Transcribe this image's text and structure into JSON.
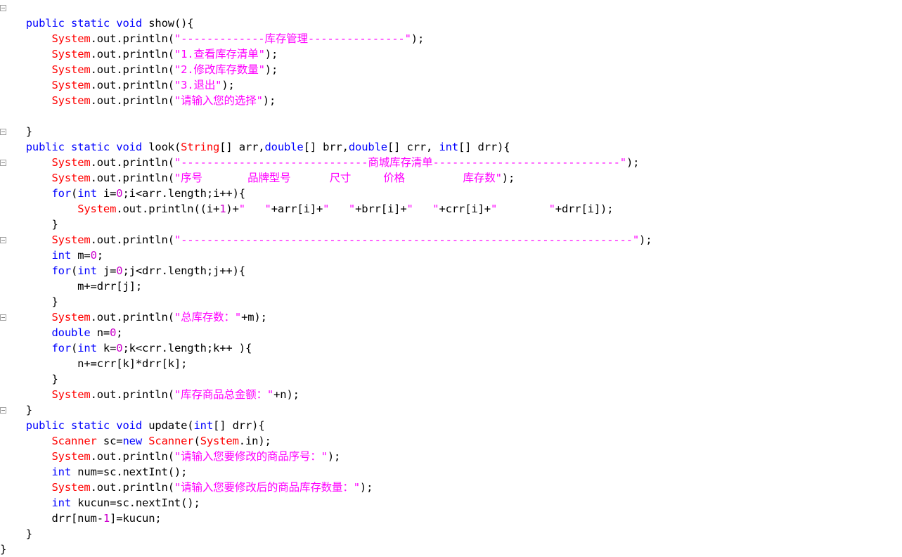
{
  "editor": {
    "language": "Java",
    "theme": {
      "background": "#ffffff",
      "plain": "#000000",
      "keyword": "#0000ff",
      "class": "#ff0000",
      "string": "#ff00ff",
      "number": "#cc00cc",
      "fold_marker": "#a0a0a0"
    },
    "fold_markers_rows": [
      0,
      8,
      10,
      15,
      20,
      26
    ],
    "lines": [
      {
        "indent": 0,
        "tokens": []
      },
      {
        "indent": 0,
        "tokens": [
          {
            "t": "plain",
            "s": "    "
          },
          {
            "t": "kw",
            "s": "public"
          },
          {
            "t": "plain",
            "s": " "
          },
          {
            "t": "kw",
            "s": "static"
          },
          {
            "t": "plain",
            "s": " "
          },
          {
            "t": "kw",
            "s": "void"
          },
          {
            "t": "plain",
            "s": " show(){"
          }
        ]
      },
      {
        "indent": 0,
        "tokens": [
          {
            "t": "plain",
            "s": "        "
          },
          {
            "t": "cls",
            "s": "System"
          },
          {
            "t": "plain",
            "s": ".out.println("
          },
          {
            "t": "str",
            "s": "\"-------------库存管理---------------\""
          },
          {
            "t": "plain",
            "s": ");"
          }
        ]
      },
      {
        "indent": 0,
        "tokens": [
          {
            "t": "plain",
            "s": "        "
          },
          {
            "t": "cls",
            "s": "System"
          },
          {
            "t": "plain",
            "s": ".out.println("
          },
          {
            "t": "str",
            "s": "\"1.查看库存清单\""
          },
          {
            "t": "plain",
            "s": ");"
          }
        ]
      },
      {
        "indent": 0,
        "tokens": [
          {
            "t": "plain",
            "s": "        "
          },
          {
            "t": "cls",
            "s": "System"
          },
          {
            "t": "plain",
            "s": ".out.println("
          },
          {
            "t": "str",
            "s": "\"2.修改库存数量\""
          },
          {
            "t": "plain",
            "s": ");"
          }
        ]
      },
      {
        "indent": 0,
        "tokens": [
          {
            "t": "plain",
            "s": "        "
          },
          {
            "t": "cls",
            "s": "System"
          },
          {
            "t": "plain",
            "s": ".out.println("
          },
          {
            "t": "str",
            "s": "\"3.退出\""
          },
          {
            "t": "plain",
            "s": ");"
          }
        ]
      },
      {
        "indent": 0,
        "tokens": [
          {
            "t": "plain",
            "s": "        "
          },
          {
            "t": "cls",
            "s": "System"
          },
          {
            "t": "plain",
            "s": ".out.println("
          },
          {
            "t": "str",
            "s": "\"请输入您的选择\""
          },
          {
            "t": "plain",
            "s": ");"
          }
        ]
      },
      {
        "indent": 0,
        "tokens": []
      },
      {
        "indent": 0,
        "tokens": [
          {
            "t": "plain",
            "s": "    }"
          }
        ]
      },
      {
        "indent": 0,
        "tokens": [
          {
            "t": "plain",
            "s": "    "
          },
          {
            "t": "kw",
            "s": "public"
          },
          {
            "t": "plain",
            "s": " "
          },
          {
            "t": "kw",
            "s": "static"
          },
          {
            "t": "plain",
            "s": " "
          },
          {
            "t": "kw",
            "s": "void"
          },
          {
            "t": "plain",
            "s": " look("
          },
          {
            "t": "cls",
            "s": "String"
          },
          {
            "t": "plain",
            "s": "[] arr,"
          },
          {
            "t": "kw",
            "s": "double"
          },
          {
            "t": "plain",
            "s": "[] brr,"
          },
          {
            "t": "kw",
            "s": "double"
          },
          {
            "t": "plain",
            "s": "[] crr, "
          },
          {
            "t": "kw",
            "s": "int"
          },
          {
            "t": "plain",
            "s": "[] drr){"
          }
        ]
      },
      {
        "indent": 0,
        "tokens": [
          {
            "t": "plain",
            "s": "        "
          },
          {
            "t": "cls",
            "s": "System"
          },
          {
            "t": "plain",
            "s": ".out.println("
          },
          {
            "t": "str",
            "s": "\"-----------------------------商城库存清单-----------------------------\""
          },
          {
            "t": "plain",
            "s": ");"
          }
        ]
      },
      {
        "indent": 0,
        "tokens": [
          {
            "t": "plain",
            "s": "        "
          },
          {
            "t": "cls",
            "s": "System"
          },
          {
            "t": "plain",
            "s": ".out.println("
          },
          {
            "t": "str",
            "s": "\"序号       品牌型号      尺寸     价格         库存数\""
          },
          {
            "t": "plain",
            "s": ");"
          }
        ]
      },
      {
        "indent": 0,
        "tokens": [
          {
            "t": "plain",
            "s": "        "
          },
          {
            "t": "kw",
            "s": "for"
          },
          {
            "t": "plain",
            "s": "("
          },
          {
            "t": "kw",
            "s": "int"
          },
          {
            "t": "plain",
            "s": " i="
          },
          {
            "t": "num",
            "s": "0"
          },
          {
            "t": "plain",
            "s": ";i<arr.length;i++){"
          }
        ]
      },
      {
        "indent": 0,
        "tokens": [
          {
            "t": "plain",
            "s": "            "
          },
          {
            "t": "cls",
            "s": "System"
          },
          {
            "t": "plain",
            "s": ".out.println((i+"
          },
          {
            "t": "num",
            "s": "1"
          },
          {
            "t": "plain",
            "s": ")+"
          },
          {
            "t": "str",
            "s": "\"   \""
          },
          {
            "t": "plain",
            "s": "+arr[i]+"
          },
          {
            "t": "str",
            "s": "\"   \""
          },
          {
            "t": "plain",
            "s": "+brr[i]+"
          },
          {
            "t": "str",
            "s": "\"   \""
          },
          {
            "t": "plain",
            "s": "+crr[i]+"
          },
          {
            "t": "str",
            "s": "\"        \""
          },
          {
            "t": "plain",
            "s": "+drr[i]);"
          }
        ]
      },
      {
        "indent": 0,
        "tokens": [
          {
            "t": "plain",
            "s": "        }"
          }
        ]
      },
      {
        "indent": 0,
        "tokens": [
          {
            "t": "plain",
            "s": "        "
          },
          {
            "t": "cls",
            "s": "System"
          },
          {
            "t": "plain",
            "s": ".out.println("
          },
          {
            "t": "str",
            "s": "\"----------------------------------------------------------------------\""
          },
          {
            "t": "plain",
            "s": ");"
          }
        ]
      },
      {
        "indent": 0,
        "tokens": [
          {
            "t": "plain",
            "s": "        "
          },
          {
            "t": "kw",
            "s": "int"
          },
          {
            "t": "plain",
            "s": " m="
          },
          {
            "t": "num",
            "s": "0"
          },
          {
            "t": "plain",
            "s": ";"
          }
        ]
      },
      {
        "indent": 0,
        "tokens": [
          {
            "t": "plain",
            "s": "        "
          },
          {
            "t": "kw",
            "s": "for"
          },
          {
            "t": "plain",
            "s": "("
          },
          {
            "t": "kw",
            "s": "int"
          },
          {
            "t": "plain",
            "s": " j="
          },
          {
            "t": "num",
            "s": "0"
          },
          {
            "t": "plain",
            "s": ";j<drr.length;j++){"
          }
        ]
      },
      {
        "indent": 0,
        "tokens": [
          {
            "t": "plain",
            "s": "            m+=drr[j];"
          }
        ]
      },
      {
        "indent": 0,
        "tokens": [
          {
            "t": "plain",
            "s": "        }"
          }
        ]
      },
      {
        "indent": 0,
        "tokens": [
          {
            "t": "plain",
            "s": "        "
          },
          {
            "t": "cls",
            "s": "System"
          },
          {
            "t": "plain",
            "s": ".out.println("
          },
          {
            "t": "str",
            "s": "\"总库存数：\""
          },
          {
            "t": "plain",
            "s": "+m);"
          }
        ]
      },
      {
        "indent": 0,
        "tokens": [
          {
            "t": "plain",
            "s": "        "
          },
          {
            "t": "kw",
            "s": "double"
          },
          {
            "t": "plain",
            "s": " n="
          },
          {
            "t": "num",
            "s": "0"
          },
          {
            "t": "plain",
            "s": ";"
          }
        ]
      },
      {
        "indent": 0,
        "tokens": [
          {
            "t": "plain",
            "s": "        "
          },
          {
            "t": "kw",
            "s": "for"
          },
          {
            "t": "plain",
            "s": "("
          },
          {
            "t": "kw",
            "s": "int"
          },
          {
            "t": "plain",
            "s": " k="
          },
          {
            "t": "num",
            "s": "0"
          },
          {
            "t": "plain",
            "s": ";k<crr.length;k++ ){"
          }
        ]
      },
      {
        "indent": 0,
        "tokens": [
          {
            "t": "plain",
            "s": "            n+=crr[k]*drr[k];"
          }
        ]
      },
      {
        "indent": 0,
        "tokens": [
          {
            "t": "plain",
            "s": "        }"
          }
        ]
      },
      {
        "indent": 0,
        "tokens": [
          {
            "t": "plain",
            "s": "        "
          },
          {
            "t": "cls",
            "s": "System"
          },
          {
            "t": "plain",
            "s": ".out.println("
          },
          {
            "t": "str",
            "s": "\"库存商品总金额：\""
          },
          {
            "t": "plain",
            "s": "+n);"
          }
        ]
      },
      {
        "indent": 0,
        "tokens": [
          {
            "t": "plain",
            "s": "    }"
          }
        ]
      },
      {
        "indent": 0,
        "tokens": [
          {
            "t": "plain",
            "s": "    "
          },
          {
            "t": "kw",
            "s": "public"
          },
          {
            "t": "plain",
            "s": " "
          },
          {
            "t": "kw",
            "s": "static"
          },
          {
            "t": "plain",
            "s": " "
          },
          {
            "t": "kw",
            "s": "void"
          },
          {
            "t": "plain",
            "s": " update("
          },
          {
            "t": "kw",
            "s": "int"
          },
          {
            "t": "plain",
            "s": "[] drr){"
          }
        ]
      },
      {
        "indent": 0,
        "tokens": [
          {
            "t": "plain",
            "s": "        "
          },
          {
            "t": "cls",
            "s": "Scanner"
          },
          {
            "t": "plain",
            "s": " sc="
          },
          {
            "t": "kw",
            "s": "new"
          },
          {
            "t": "plain",
            "s": " "
          },
          {
            "t": "cls",
            "s": "Scanner"
          },
          {
            "t": "plain",
            "s": "("
          },
          {
            "t": "cls",
            "s": "System"
          },
          {
            "t": "plain",
            "s": ".in);"
          }
        ]
      },
      {
        "indent": 0,
        "tokens": [
          {
            "t": "plain",
            "s": "        "
          },
          {
            "t": "cls",
            "s": "System"
          },
          {
            "t": "plain",
            "s": ".out.println("
          },
          {
            "t": "str",
            "s": "\"请输入您要修改的商品序号：\""
          },
          {
            "t": "plain",
            "s": ");"
          }
        ]
      },
      {
        "indent": 0,
        "tokens": [
          {
            "t": "plain",
            "s": "        "
          },
          {
            "t": "kw",
            "s": "int"
          },
          {
            "t": "plain",
            "s": " num=sc.nextInt();"
          }
        ]
      },
      {
        "indent": 0,
        "tokens": [
          {
            "t": "plain",
            "s": "        "
          },
          {
            "t": "cls",
            "s": "System"
          },
          {
            "t": "plain",
            "s": ".out.println("
          },
          {
            "t": "str",
            "s": "\"请输入您要修改后的商品库存数量：\""
          },
          {
            "t": "plain",
            "s": ");"
          }
        ]
      },
      {
        "indent": 0,
        "tokens": [
          {
            "t": "plain",
            "s": "        "
          },
          {
            "t": "kw",
            "s": "int"
          },
          {
            "t": "plain",
            "s": " kucun=sc.nextInt();"
          }
        ]
      },
      {
        "indent": 0,
        "tokens": [
          {
            "t": "plain",
            "s": "        drr[num-"
          },
          {
            "t": "num",
            "s": "1"
          },
          {
            "t": "plain",
            "s": "]=kucun;"
          }
        ]
      },
      {
        "indent": 0,
        "tokens": [
          {
            "t": "plain",
            "s": "    }"
          }
        ]
      },
      {
        "indent": 0,
        "tokens": [
          {
            "t": "plain",
            "s": "}"
          }
        ]
      }
    ]
  }
}
